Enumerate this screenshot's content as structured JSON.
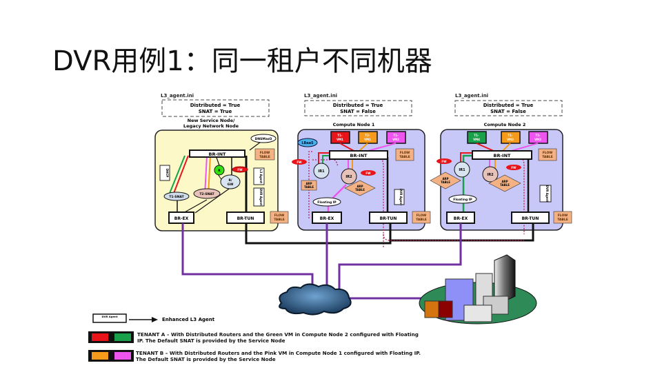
{
  "slide": {
    "title": "DVR用例1：同一租户不同机器"
  },
  "nodes": [
    {
      "config_title": "L3_agent.ini",
      "config_lines": [
        "Distributed   = True",
        "SNAT  = True"
      ],
      "name_lines": [
        "New Service Node/",
        "Legacy Network Node"
      ],
      "dnsmasq": "DNSMasQ",
      "br_int": "BR-INT",
      "br_ex": "BR-EX",
      "br_tun": "BR-TUN",
      "flow_table": [
        "FLOW",
        "TABLE"
      ],
      "t1_snat": "T1-SNAT",
      "t2_snat": "T2-SNAT",
      "router_gw": [
        "R/",
        "GW"
      ],
      "green_router": "R",
      "fw": "FW",
      "agents": [
        "DHCP",
        "L3 Agent",
        "DVR Agent"
      ]
    },
    {
      "config_title": "L3_agent.ini",
      "config_lines": [
        "Distributed   = True",
        "SNAT  = False"
      ],
      "name": "Compute Node 1",
      "lbaas": "LBaaS",
      "vms": [
        {
          "label": [
            "T1-",
            "VM1"
          ],
          "color": "#e8141a"
        },
        {
          "label": [
            "T2-",
            "VM1"
          ],
          "color": "#f59a1b"
        },
        {
          "label": [
            "T1-",
            "VM2"
          ],
          "color": "#ee55ee"
        }
      ],
      "br_int": "BR-INT",
      "br_ex": "BR-EX",
      "br_tun": "BR-TUN",
      "flow_table": [
        "FLOW",
        "TABLE"
      ],
      "ir1": "IR1",
      "ir2": "IR2",
      "fw": "FW",
      "arp_table": [
        "ARP",
        "TABLE"
      ],
      "floating_ip": "Floating IP",
      "agent": "DVR Agent"
    },
    {
      "config_title": "L3_agent.ini",
      "config_lines": [
        "Distributed   = True",
        "SNAT  = False"
      ],
      "name": "Compute Node 2",
      "vms": [
        {
          "label": [
            "T1-",
            "VM4"
          ],
          "color": "#18a04a"
        },
        {
          "label": [
            "T1-",
            "VM3"
          ],
          "color": "#f59a1b"
        },
        {
          "label": [
            "T2-",
            "VM2"
          ],
          "color": "#ee55ee"
        }
      ],
      "br_int": "BR-INT",
      "br_ex": "BR-EX",
      "br_tun": "BR-TUN",
      "flow_table": [
        "FLOW",
        "TABLE"
      ],
      "ir1": "IR1",
      "ir2": "IR2",
      "fw": "FW",
      "arp_table": [
        "ARP",
        "TABLE"
      ],
      "floating_ip": "Floating IP",
      "agent": "DVR Agent"
    }
  ],
  "legend": {
    "agent_box": "DVR Agent",
    "agent_desc": "Enhanced L3 Agent",
    "tenant_a": {
      "colors": [
        "#e8141a",
        "#18a04a"
      ],
      "line1": "TENANT A – With Distributed Routers and the Green VM in Compute Node 2 configured with Floating",
      "line2": "IP. The Default SNAT is provided by the Service Node"
    },
    "tenant_b": {
      "colors": [
        "#f59a1b",
        "#ee55ee"
      ],
      "line1": "TENANT B – With Distributed Routers and the Pink VM in Compute Node 1 configured with Floating IP.",
      "line2": "The Default SNAT is provided by the Service Node"
    }
  },
  "colors": {
    "service_node_bg": "#fdf8c8",
    "compute_node_bg": "#c8c8f8",
    "external_link": "#7030a0",
    "tunnel_link": "#000000",
    "flow_table": "#f4b183",
    "fw": "#e8141a",
    "cloud": "#3a6fa0",
    "campus": "#2e8b57"
  }
}
